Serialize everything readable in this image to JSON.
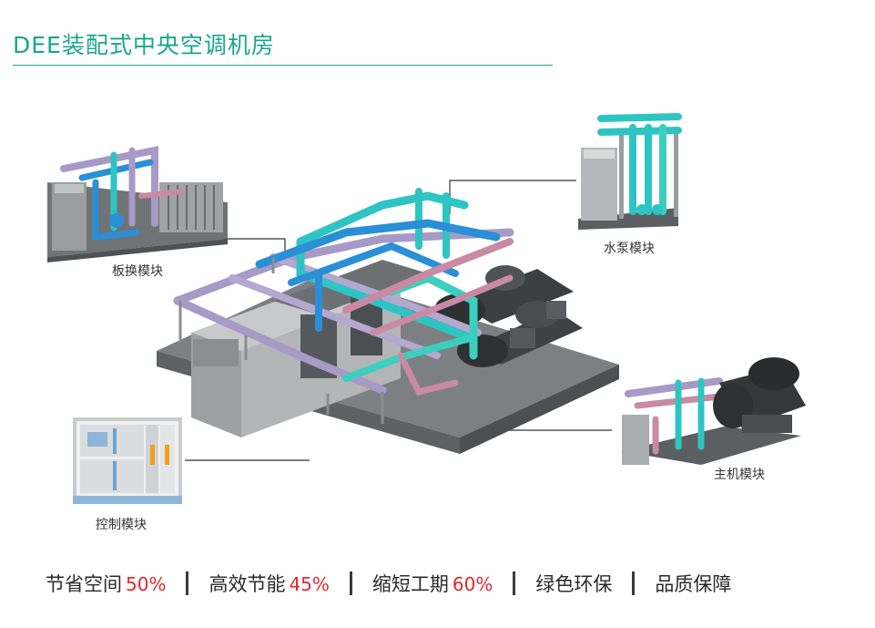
{
  "title": "DEE装配式中央空调机房",
  "modules": {
    "plate_exchange": "板换模块",
    "water_pump": "水泵模块",
    "chiller": "主机模块",
    "control": "控制模块"
  },
  "features": [
    {
      "text": "节省空间",
      "value": "50%"
    },
    {
      "text": "高效节能",
      "value": "45%"
    },
    {
      "text": "缩短工期",
      "value": "60%"
    },
    {
      "text": "绿色环保",
      "value": ""
    },
    {
      "text": "品质保障",
      "value": ""
    }
  ],
  "colors": {
    "accent": "#1aa58e",
    "highlight": "#e3262a",
    "pipe_cyan": "#2fc4c4",
    "pipe_blue": "#2a8fd6",
    "pipe_violet": "#a79ac6",
    "pipe_pink": "#c98aa3"
  }
}
